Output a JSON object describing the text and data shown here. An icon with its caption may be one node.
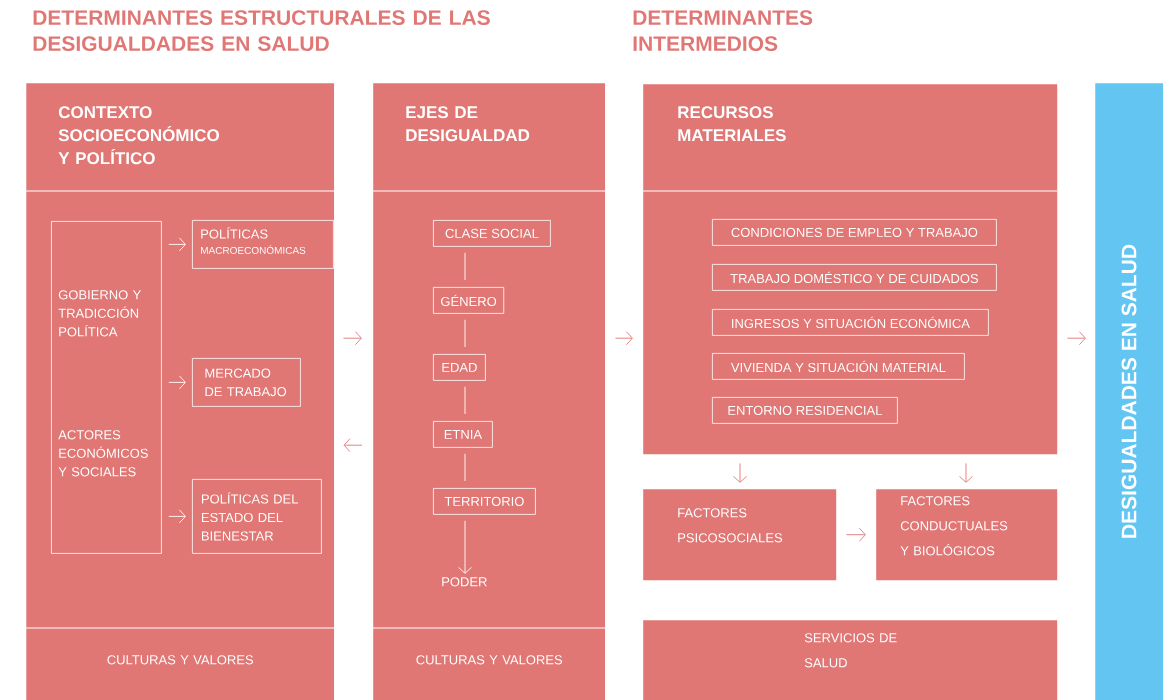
{
  "diagram": {
    "nodes": [
      {
        "text": [
          "CONTEXTO SOCIOECONÓMICO Y POLÍTICO",
          "CULTURAS Y VALORES"
        ]
      },
      {
        "text": [
          "GOBIERNO Y TRADICCIÓN POLÍTICA",
          "ACTORES ECONÓMICOS Y SOCIALES"
        ],
        "in": 0
      },
      {
        "text": [
          "POLÍTICAS",
          "MACROECONÓMICAS"
        ],
        "in": 0
      },
      {
        "text": [
          "MERCADO DE TRABAJO"
        ],
        "in": 0
      },
      {
        "text": [
          "POLÍTICAS DEL ESTADO DEL BIENESTAR"
        ],
        "in": 0
      },
      {
        "text": [
          "EJES DE DESIGUALDAD",
          "CULTURAS Y VALORES"
        ]
      },
      {
        "text": [
          "CLASE SOCIAL"
        ],
        "in": 5
      },
      {
        "text": [
          "GÉNERO"
        ],
        "in": 5
      },
      {
        "text": [
          "EDAD"
        ],
        "in": 5
      },
      {
        "text": [
          "ETNIA"
        ],
        "in": 5
      },
      {
        "text": [
          "TERRITORIO"
        ],
        "in": 5
      },
      {
        "text": [
          "PODER"
        ],
        "in": 5
      },
      {
        "text": [
          "RECURSOS MATERIALES"
        ]
      },
      {
        "text": [
          "CONDICIONES DE EMPLEO Y TRABAJO"
        ],
        "in": 12
      },
      {
        "text": [
          "TRABAJO DOMÉSTICO Y DE CUIDADOS"
        ],
        "in": 12
      },
      {
        "text": [
          "INGRESOS Y SITUACIÓN ECONÓMICA"
        ],
        "in": 12
      },
      {
        "text": [
          "VIVIENDA Y SITUACIÓN MATERIAL"
        ],
        "in": 12
      },
      {
        "text": [
          "ENTORNO RESIDENCIAL"
        ],
        "in": 12
      },
      {
        "text": [
          "FACTORES PSICOSOCIALES"
        ]
      },
      {
        "text": [
          "FACTORES CONDUCTUALES Y BIOLÓGICOS"
        ]
      },
      {
        "text": [
          "SERVICIOS DE SALUD"
        ]
      },
      {
        "text": [
          "DESIGUALDADES EN SALUD"
        ]
      }
    ],
    "edges": [
      {
        "from": 1,
        "to": 2,
        "arrow": "to"
      },
      {
        "from": 1,
        "to": 3,
        "arrow": "to"
      },
      {
        "from": 1,
        "to": 4,
        "arrow": "to"
      },
      {
        "from": 0,
        "to": 5,
        "arrow": "to",
        "color": "#e07775"
      },
      {
        "from": 5,
        "to": 0,
        "arrow": "to",
        "color": "#e07775"
      },
      {
        "from": 6,
        "to": 7,
        "arrow": "none"
      },
      {
        "from": 7,
        "to": 8,
        "arrow": "none"
      },
      {
        "from": 8,
        "to": 9,
        "arrow": "none"
      },
      {
        "from": 9,
        "to": 10,
        "arrow": "none"
      },
      {
        "from": 10,
        "to": 11,
        "arrow": "to"
      },
      {
        "from": 5,
        "to": 12,
        "arrow": "to",
        "color": "#e07775"
      },
      {
        "from": 12,
        "to": 21,
        "arrow": "to",
        "color": "#e07775"
      },
      {
        "from": 12,
        "to": 18,
        "arrow": "to",
        "color": "#e07775"
      },
      {
        "from": 12,
        "to": 19,
        "arrow": "to",
        "color": "#e07775"
      },
      {
        "from": 18,
        "to": 19,
        "arrow": "to",
        "color": "#e07775"
      }
    ],
    "labels": [
      "DETERMINANTES ESTRUCTURALES DE LAS DESIGUALDADES EN SALUD",
      "DETERMINANTES INTERMEDIOS"
    ]
  }
}
